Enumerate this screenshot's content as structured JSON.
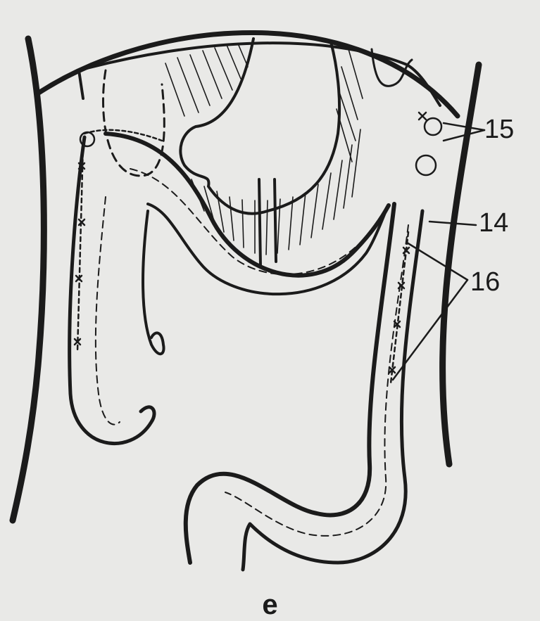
{
  "labels": {
    "l15": "15",
    "l14": "14",
    "l16": "16"
  },
  "caption": "e",
  "colors": {
    "ink": "#1b1b1b",
    "paper": "#e9e9e7",
    "fill": "#f2f2f0"
  }
}
